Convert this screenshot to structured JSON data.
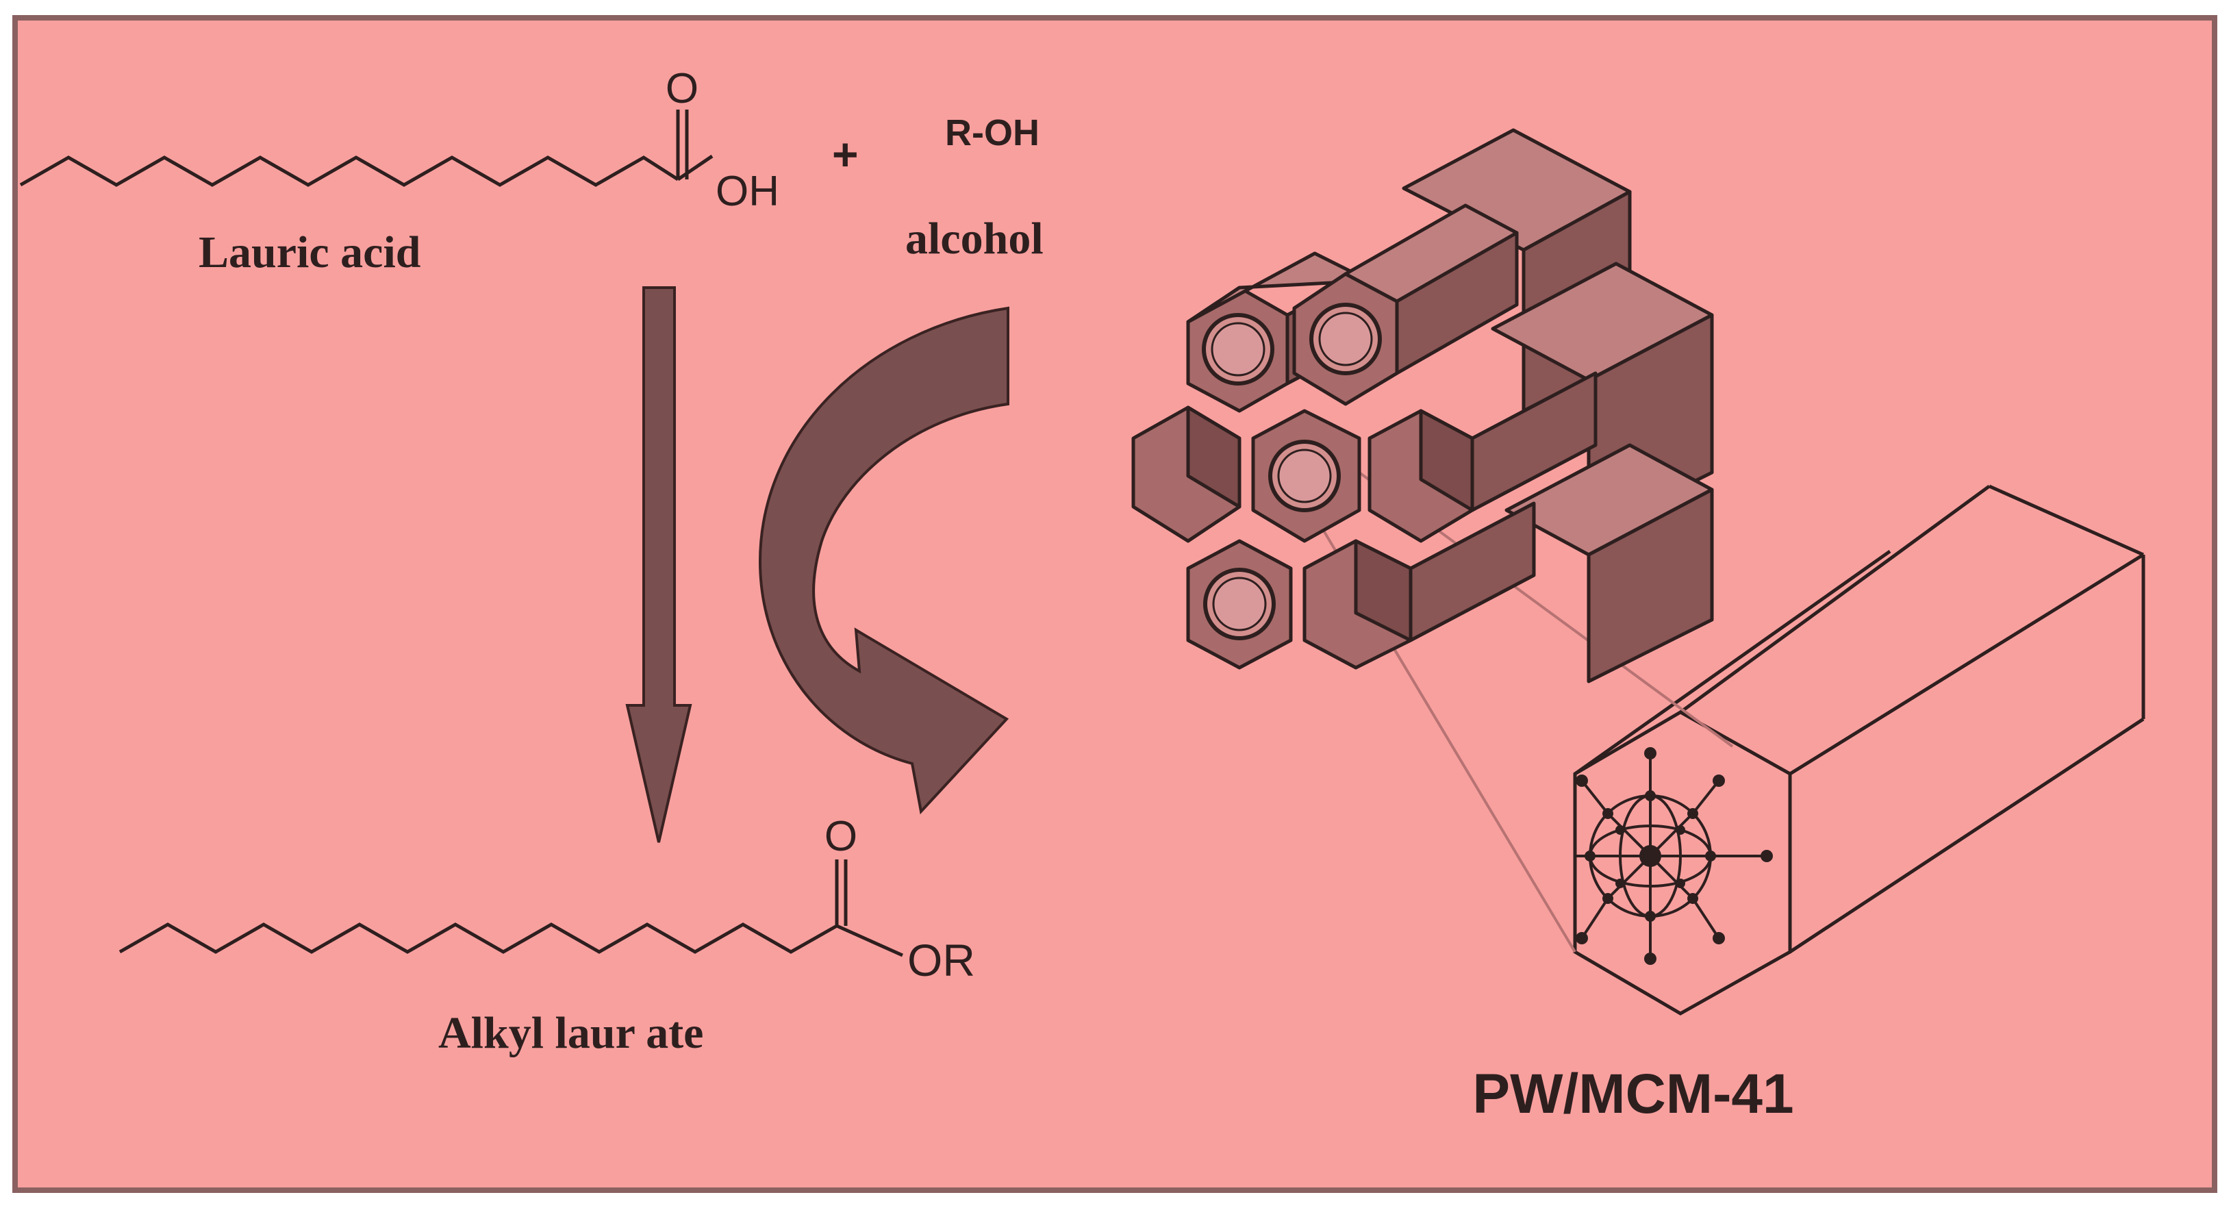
{
  "colors": {
    "background": "#f8a09e",
    "frame": "#8a6161",
    "arrow_fill": "#7a4f4f",
    "arrow_stroke": "#3a2222",
    "hex_top": "#c08080",
    "hex_side": "#8a5656",
    "hex_front": "#a86a6a",
    "pore": "#d38f8d",
    "line": "#2e1f1f"
  },
  "labels": {
    "reactant_name": "Lauric acid",
    "acid_oxygen": "O",
    "acid_group": "OH",
    "plus": "+",
    "alcohol_formula": "R-OH",
    "alcohol_name": "alcohol",
    "product_oxygen": "O",
    "product_group": "OR",
    "product_name": "Alkyl laur ate",
    "catalyst_name": "PW/MCM-41"
  }
}
